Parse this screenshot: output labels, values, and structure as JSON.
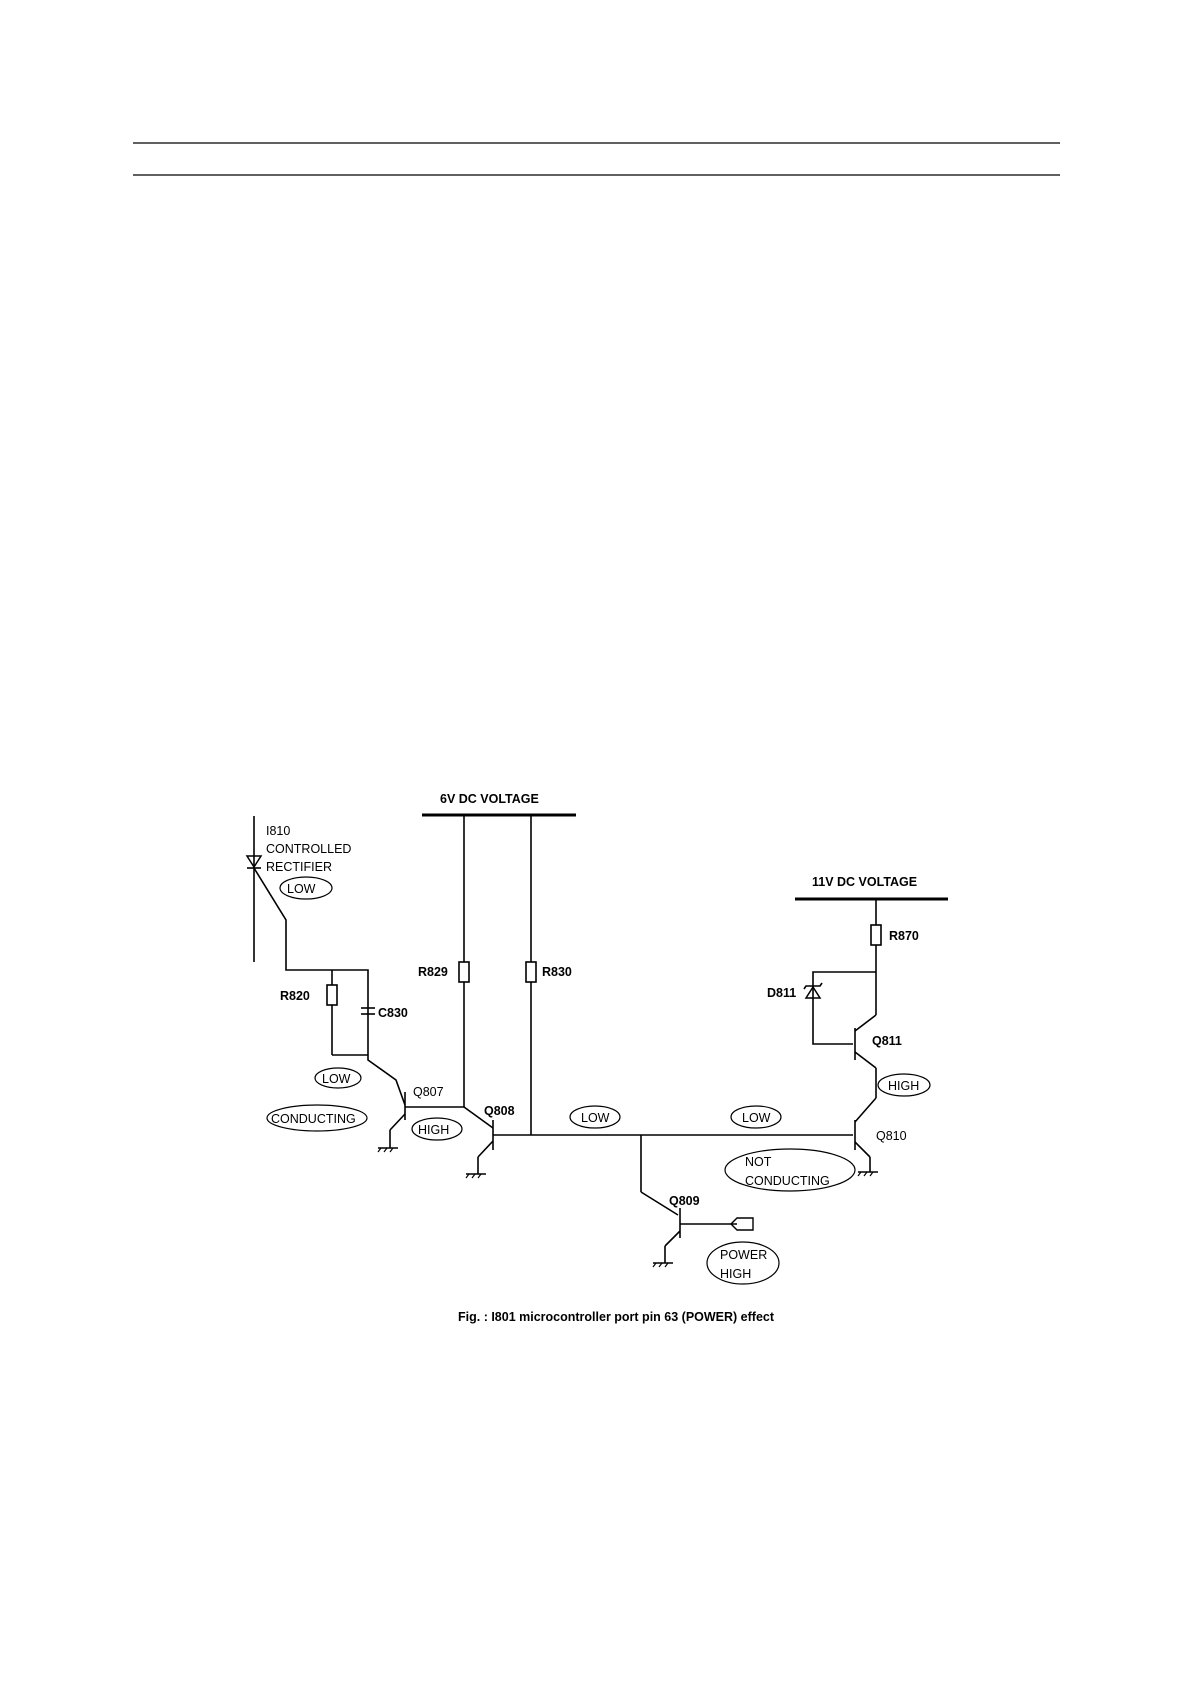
{
  "rails": {
    "v6": "6V DC VOLTAGE",
    "v11": "11V DC VOLTAGE"
  },
  "components": {
    "i810_line1": "I810",
    "i810_line2": "CONTROLLED",
    "i810_line3": "RECTIFIER",
    "r820": "R820",
    "c830": "C830",
    "r829": "R829",
    "r830": "R830",
    "r870": "R870",
    "d811": "D811",
    "q807": "Q807",
    "q808": "Q808",
    "q809": "Q809",
    "q810": "Q810",
    "q811": "Q811"
  },
  "states": {
    "rectifier_gate": "LOW",
    "q807_base": "LOW",
    "q807_status": "CONDUCTING",
    "q807_collector": "HIGH",
    "q808_collector": "LOW",
    "q810_base": "LOW",
    "q810_status_1": "NOT",
    "q810_status_2": "CONDUCTING",
    "q811_emitter": "HIGH",
    "power_1": "POWER",
    "power_2": "HIGH"
  },
  "caption": "Fig. : I801 microcontroller port pin 63 (POWER) effect"
}
